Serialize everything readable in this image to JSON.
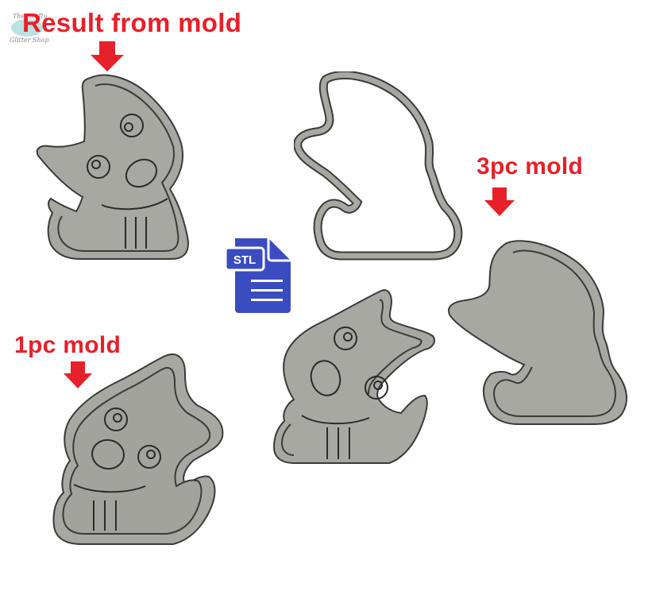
{
  "labels": {
    "result": "Result from mold",
    "one_pc": "1pc mold",
    "three_pc": "3pc mold"
  },
  "file_icon": {
    "type": "STL",
    "color": "#3b4cc0"
  },
  "logo": {
    "line1": "The Crafty",
    "line2": "Glitter Shop"
  },
  "colors": {
    "label_red": "#e8202a",
    "mold_gray": "#a8a8a2",
    "mold_edge": "#3a3a3a"
  }
}
